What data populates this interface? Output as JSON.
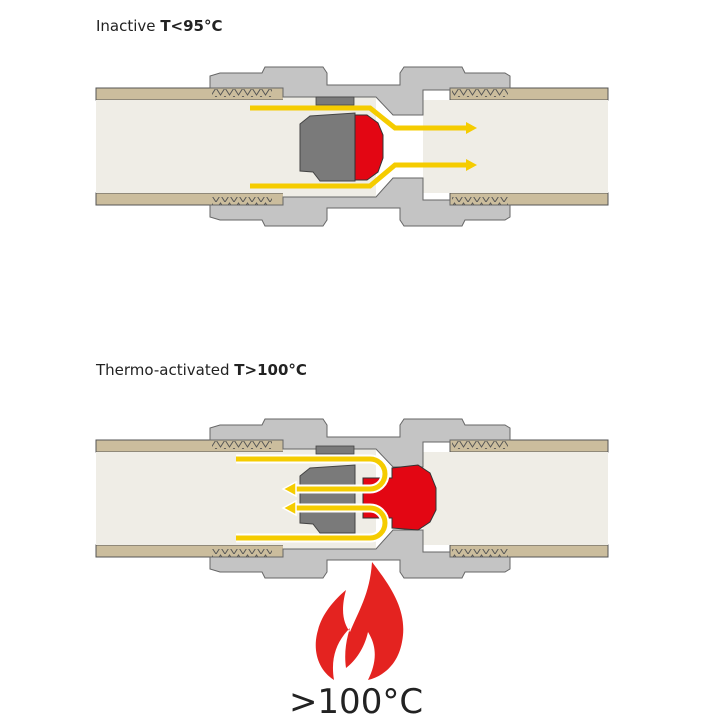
{
  "states": [
    {
      "label": "Inactive",
      "condition": "T<95°C"
    },
    {
      "label": "Thermo-activated",
      "condition": "T>100°C"
    }
  ],
  "heat_label": ">100°C",
  "colors": {
    "body": "#c4c4c4",
    "pipe_wall": "#cbbd9d",
    "pipe_interior": "#efede6",
    "piston": "#7a7a7a",
    "seal": "#e30613",
    "flow_arrow": "#f5cc00",
    "flame": "#e42320"
  }
}
